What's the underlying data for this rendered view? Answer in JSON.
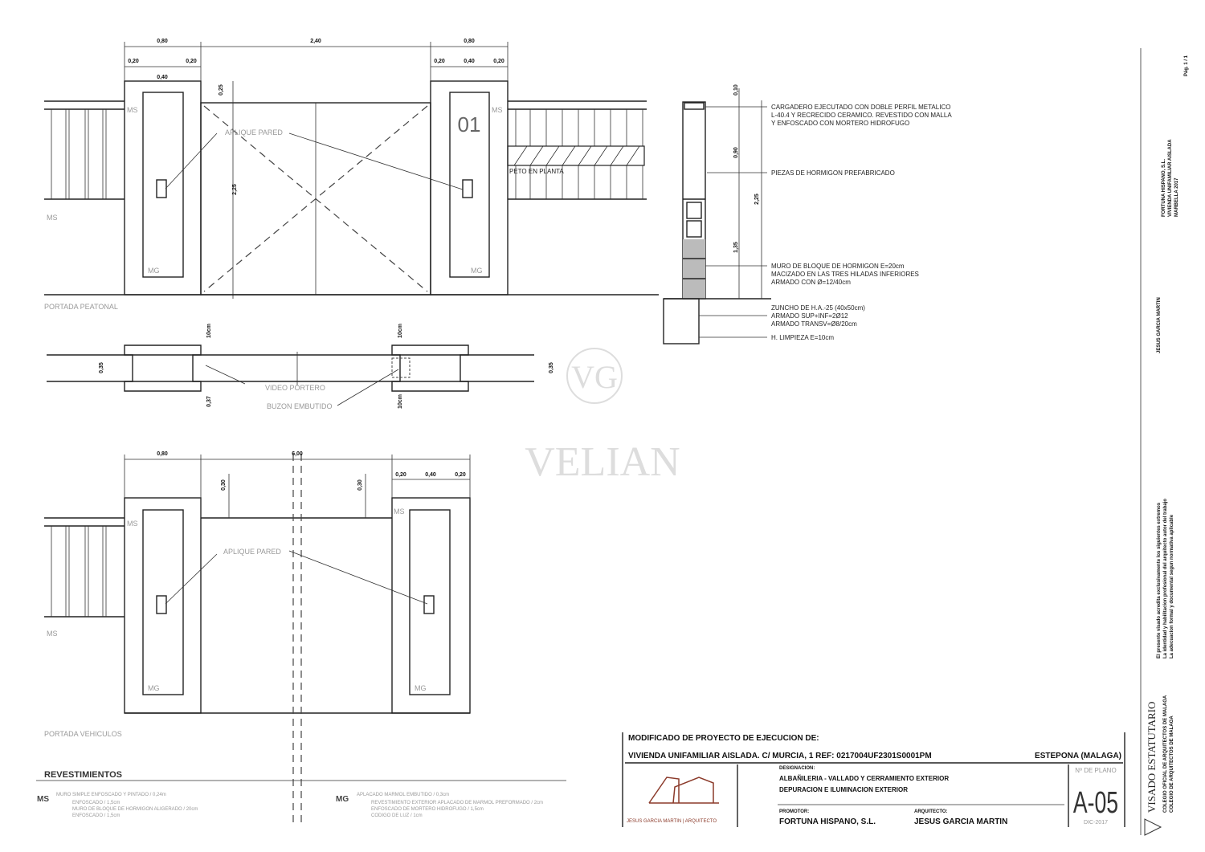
{
  "elevation_pedestrian": {
    "dims_top": [
      "0,80",
      "2,40",
      "0,80"
    ],
    "dims_sub_left": [
      "0,20",
      "0,40",
      "0,20"
    ],
    "dims_sub_right": [
      "0,20",
      "0,40",
      "0,20"
    ],
    "dim_top_offset": "0,25",
    "dim_height": "2,25",
    "house_number": "01",
    "applique_label": "APLIQUE PARED",
    "fence_label": "PETO EN PLANTA",
    "material_code": "MS",
    "material_code_2": "MG",
    "caption": "PORTADA PEATONAL"
  },
  "plan": {
    "dim_left": "0,35",
    "dim_right": "0,35",
    "dim_top_a": "10cm",
    "dim_top_b": "10cm",
    "dim_bottom_a": "0,37",
    "dim_bottom_b": "10cm",
    "intercom_label": "VIDEO PORTERO",
    "button_label": "BUZON EMBUTIDO"
  },
  "section": {
    "dims": [
      "0,10",
      "0,90",
      "2,25",
      "1,35"
    ],
    "notes": [
      [
        "CARGADERO EJECUTADO CON DOBLE PERFIL METALICO",
        "L-40.4 Y RECRECIDO CERAMICO. REVESTIDO CON MALLA",
        "Y ENFOSCADO CON MORTERO HIDROFUGO"
      ],
      [
        "PIEZAS DE HORMIGON PREFABRICADO"
      ],
      [
        "MURO DE BLOQUE DE HORMIGON E=20cm",
        "MACIZADO EN LAS TRES HILADAS INFERIORES",
        "ARMADO CON Ø=12/40cm"
      ],
      [
        "ZUNCHO DE H.A.-25 (40x50cm)",
        "ARMADO SUP+INF=2Ø12",
        "ARMADO TRANSV=Ø8/20cm"
      ],
      [
        "H. LIMPIEZA E=10cm"
      ]
    ]
  },
  "elevation_vehicle": {
    "dims_top": [
      "0,80",
      "6,00"
    ],
    "dims_sub_right": [
      "0,20",
      "0,40",
      "0,20"
    ],
    "dim_offset_left": "0,30",
    "dim_offset_right": "0,30",
    "applique_label": "APLIQUE PARED",
    "material_code": "MS",
    "material_code_2": "MG",
    "caption": "PORTADA VEHICULOS"
  },
  "legend": {
    "title": "REVESTIMIENTOS",
    "items": [
      {
        "code": "MS",
        "title": "MURO SIMPLE ENFOSCADO Y PINTADO  / 0,24m",
        "lines": [
          "ENFOSCADO / 1,5cm",
          "MURO DE BLOQUE DE HORMIGON ALIGERADO / 20cm",
          "ENFOSCADO / 1,5cm"
        ]
      },
      {
        "code": "MG",
        "title": "APLACADO MARMOL EMBUTIDO / 0,3cm",
        "lines": [
          "REVESTIMIENTO EXTERIOR APLACADO DE MARMOL PREFORMADO / 2cm",
          "ENFOSCADO DE MORTERO HIDROFUGO / 1,5cm",
          "CODIGO DE LUZ / 1cm"
        ]
      }
    ]
  },
  "title_block": {
    "project_line1": "MODIFICADO DE PROYECTO DE EJECUCION DE:",
    "project_line2": "VIVIENDA UNIFAMILIAR AISLADA. C/ MURCIA, 1  REF: 0217004UF2301S0001PM",
    "location": "ESTEPONA (MALAGA)",
    "logo_text": "JESUS GARCIA MARTIN | ARQUITECTO",
    "description_label": "DESIGNACION:",
    "description_line1": "ALBAÑILERIA - VALLADO Y CERRAMIENTO EXTERIOR",
    "description_line2": "DEPURACION E ILUMINACION EXTERIOR",
    "promoter_label": "PROMOTOR:",
    "promoter": "FORTUNA HISPANO, S.L.",
    "architect_label": "ARQUITECTO:",
    "architect": "JESUS GARCIA MARTIN",
    "sheet_label": "Nº DE PLANO",
    "sheet_number": "A-05",
    "date": "DIC-2017"
  },
  "side_strip": {
    "visado_title": "VISADO ESTATUTARIO",
    "visado_lines": [
      "COLEGIO OFICIAL DE ARQUITECTOS DE MALAGA",
      "COLEGIO DE ARQUITECTOS DE MALAGA"
    ],
    "notice_lines": [
      "El presente visado acredita exclusivamente los siguientes extremos",
      "La identidad y habilitacion profesional del arquitecto autor del trabajo",
      "La adecuacion formal y documental segun normativa aplicable"
    ],
    "middle": "JESUS GARCIA MARTIN",
    "top_lines": [
      "FORTUNA HISPANO, S.L.",
      "VIVIENDA UNIFAMILIAR AISLADA",
      "MARBELLA 2017"
    ],
    "page": "Pág. 1 / 1"
  },
  "watermark": {
    "monogram": "VG",
    "brand": "VELIAN"
  }
}
